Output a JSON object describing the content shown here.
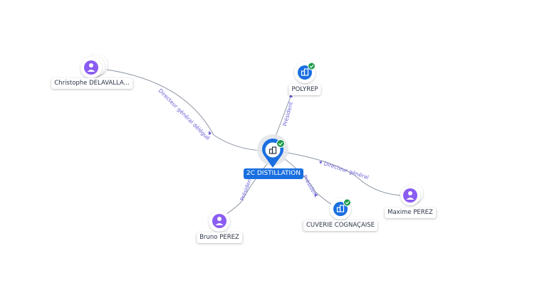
{
  "colors": {
    "person": "#8a5cf2",
    "company": "#1a6fe0",
    "verified": "#1f9c4d",
    "edge": "#8c95a3",
    "edge_label": "#6a5fd6"
  },
  "nodes": {
    "main": {
      "label": "2C DISTILLATION",
      "icon": "building-icon",
      "verified": true
    },
    "polyrep": {
      "label": "POLYREP",
      "icon": "building-icon",
      "verified": true
    },
    "cuverie": {
      "label": "CUVERIE COGNAÇAISE",
      "icon": "building-icon",
      "verified": true
    },
    "christophe": {
      "label": "Christophe DELAVALLA...",
      "icon": "person-icon"
    },
    "maxime": {
      "label": "Maxime PEREZ",
      "icon": "person-icon"
    },
    "bruno": {
      "label": "Bruno PEREZ",
      "icon": "person-icon"
    }
  },
  "edges": {
    "christophe_main": {
      "label": "Directeur général délégué"
    },
    "main_polyrep": {
      "label": "Président"
    },
    "main_maxime": {
      "label": "Directeur général"
    },
    "bruno_main": {
      "label": "Président"
    },
    "main_cuverie": {
      "label": "Président"
    }
  }
}
